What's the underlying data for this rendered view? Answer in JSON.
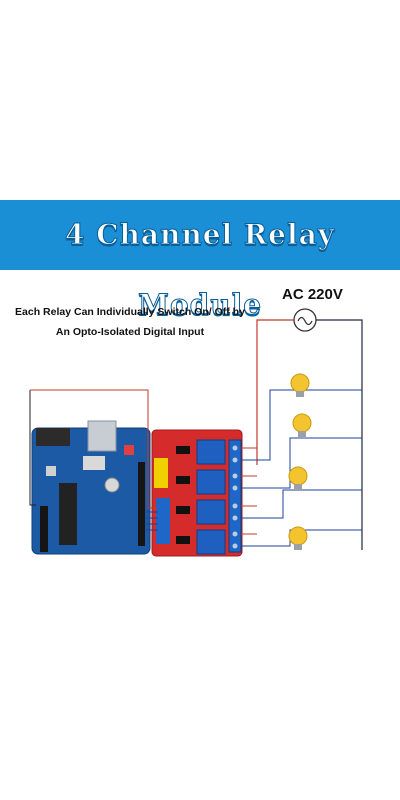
{
  "banner": {
    "title": "4 Channel Relay Module",
    "color": "#1a8fd6"
  },
  "description": {
    "line1": "Each Relay Can Individually Switch On/ Off by",
    "line2": "An Opto-Isolated Digital Input"
  },
  "power_source": {
    "label": "AC 220V",
    "icon": "ac-sine-icon"
  },
  "devices": {
    "controller": "arduino-board",
    "module": "relay-module-4ch",
    "lamps": [
      "bulb-icon",
      "bulb-icon",
      "bulb-icon",
      "bulb-icon"
    ]
  },
  "colors": {
    "wire_red": "#c0392b",
    "wire_dark": "#1f2a44",
    "wire_blue": "#1f3f9e",
    "board": "#1c5aa6",
    "relay_pcb": "#d62b2b",
    "terminal": "#1e66c8"
  }
}
